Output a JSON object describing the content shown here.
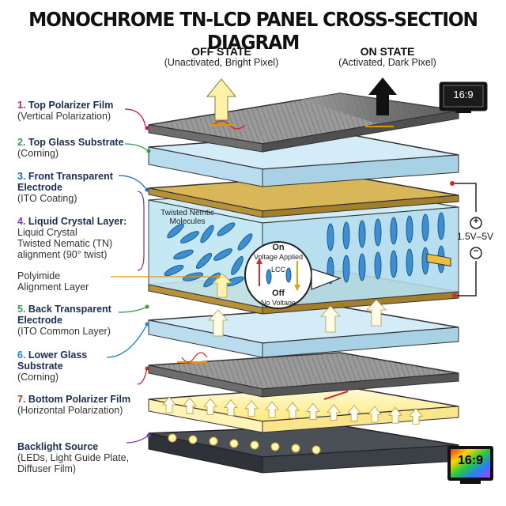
{
  "title": "MONOCHROME TN-LCD PANEL CROSS-SECTION DIAGRAM",
  "off_state": {
    "heading": "OFF STATE",
    "sub": "(Unactivated, Bright Pixel)"
  },
  "on_state": {
    "heading": "ON STATE",
    "sub": "(Activated, Dark Pixel)"
  },
  "layers": [
    {
      "num": "1.",
      "name": "Top Polarizer Film",
      "sub": "(Vertical Polarization)",
      "color": "#c2185b"
    },
    {
      "num": "2.",
      "name": "Top Glass Substrate",
      "sub": "(Corning)",
      "color": "#2e9e4f"
    },
    {
      "num": "3.",
      "name": "Front Transparent",
      "name2": "Electrode",
      "sub": "(ITO Coating)",
      "color": "#1e62c9"
    },
    {
      "num": "4.",
      "name": "Liquid Crystal Layer:",
      "sub": "Liquid Crystal",
      "sub2": "Twisted Nematic (TN)",
      "sub3": "alignment (90° twist)",
      "color": "#7b3fa8"
    },
    {
      "num": "5.",
      "name": "Back Transparent",
      "name2": "Electrode",
      "sub": "(ITO Common Layer)",
      "color": "#2e9e4f"
    },
    {
      "num": "6.",
      "name": "Lower Glass",
      "name2": "Substrate",
      "sub": "(Corning)",
      "color": "#1e88c9"
    },
    {
      "num": "7.",
      "name": "Bottom Polarizer Film",
      "sub": "(Horizontal Polarization)",
      "color": "#c62828"
    }
  ],
  "polyimide": {
    "line1": "Polyimide",
    "line2": "Alignment Layer"
  },
  "backlight": {
    "name": "Backlight Source",
    "line1": "(LEDs, Light Guide Plate,",
    "line2": "Diffuser Film)"
  },
  "molecules_label": {
    "line1": "Twisted Nemtic",
    "line2": "Molecules"
  },
  "inset": {
    "on": "On",
    "voltage_applied": "Voltage Applied",
    "lcc": "LCC",
    "off": "Off",
    "no_voltage": "No Voltage"
  },
  "voltage": {
    "plus": "+",
    "minus": "−",
    "range": "1.5V–5V"
  },
  "tv_top": {
    "ratio": "16:9"
  },
  "tv_bottom": {
    "ratio": "16:9"
  },
  "colors": {
    "polarizer": "#8e8e8e",
    "glass": "#d3ecf8",
    "electrode": "#d9b657",
    "liquid_crystal": "#bfe6f5",
    "molecule": "#3c8fd0",
    "backlight": "#fff8cc"
  }
}
